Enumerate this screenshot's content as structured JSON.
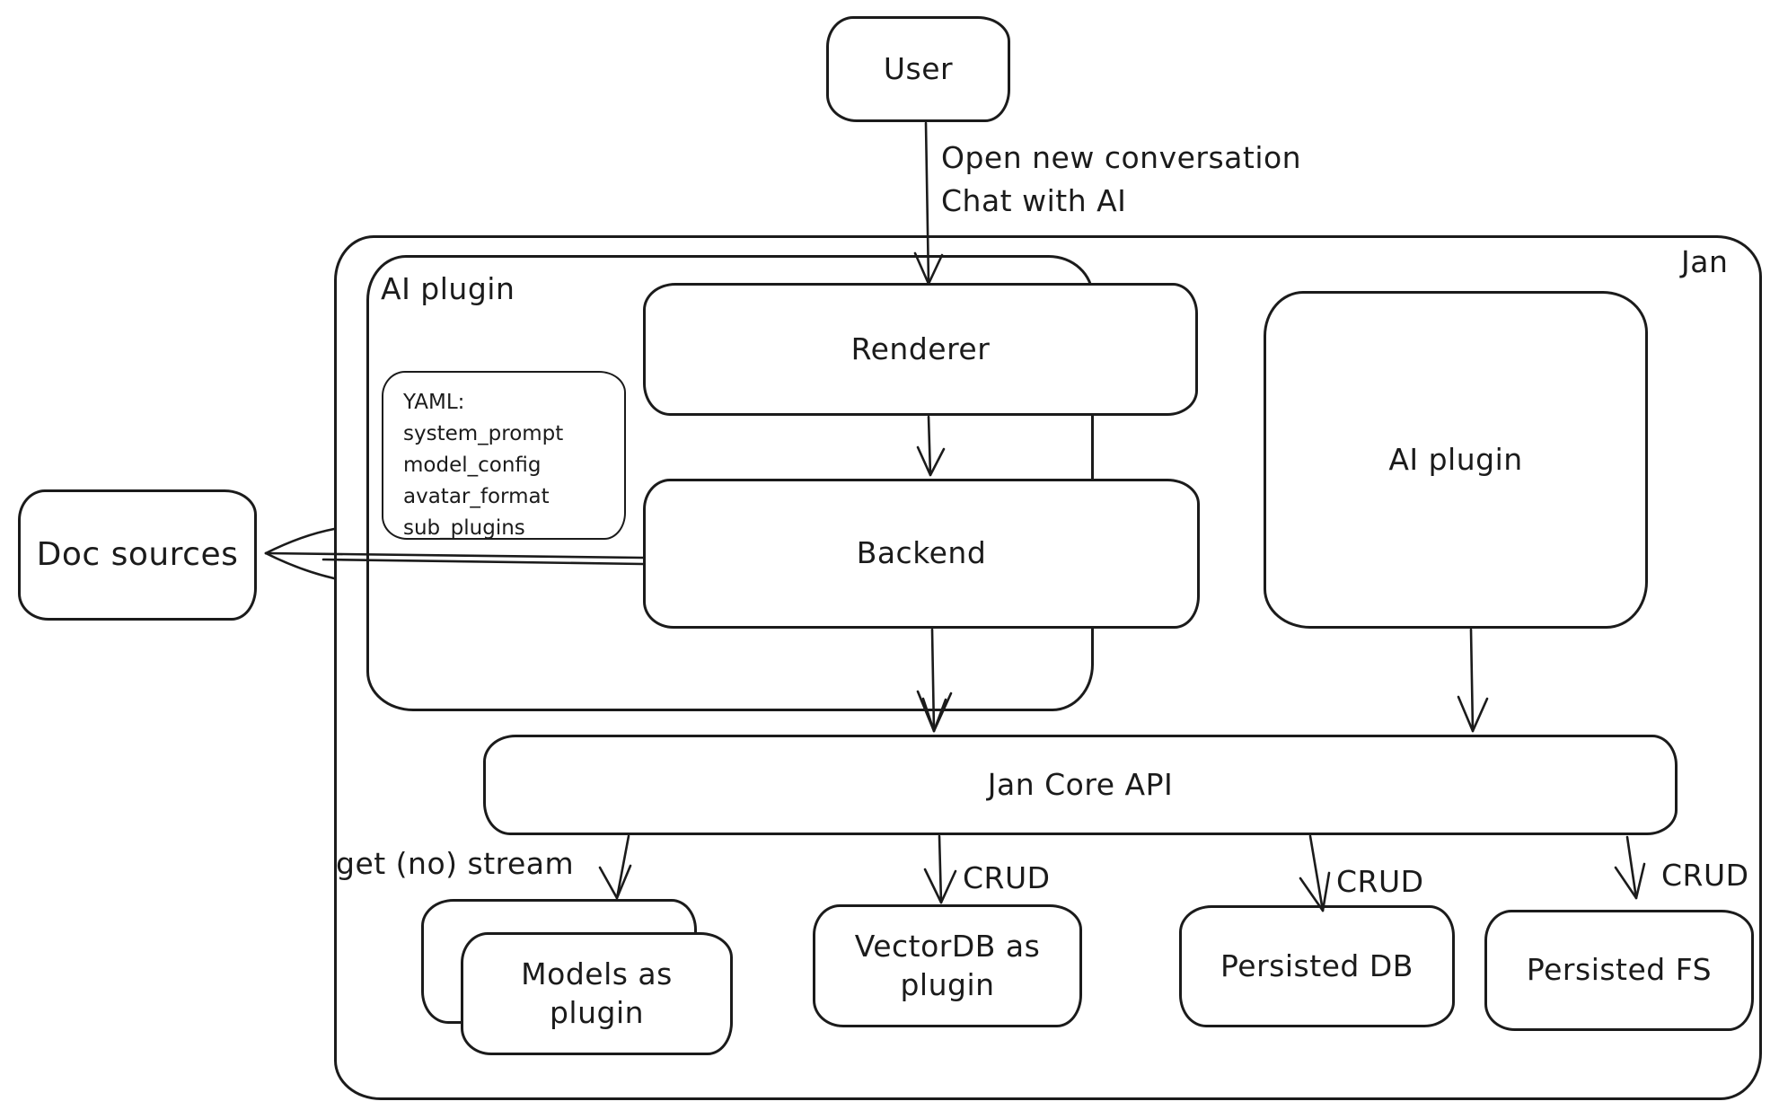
{
  "colors": {
    "stroke": "#1b1b1b",
    "background": "#ffffff"
  },
  "diagram": {
    "user": {
      "label": "User"
    },
    "user_edge": {
      "label_line1": "Open new conversation",
      "label_line2": "Chat with AI"
    },
    "jan_container": {
      "label": "Jan"
    },
    "ai_plugin_container": {
      "label": "AI plugin"
    },
    "yaml_note": {
      "lines": [
        "YAML:",
        "system_prompt",
        "model_config",
        "avatar_format",
        "sub_plugins"
      ]
    },
    "renderer": {
      "label": "Renderer"
    },
    "backend": {
      "label": "Backend"
    },
    "ai_plugin_box": {
      "label": "AI plugin"
    },
    "doc_sources": {
      "label": "Doc sources"
    },
    "jan_core_api": {
      "label": "Jan Core API"
    },
    "models_plugin": {
      "label": "Models as plugin"
    },
    "vectordb_plugin": {
      "label": "VectorDB as plugin"
    },
    "persisted_db": {
      "label": "Persisted DB"
    },
    "persisted_fs": {
      "label": "Persisted FS"
    },
    "edge_labels": {
      "get_stream": "get (no) stream",
      "crud_vectordb": "CRUD",
      "crud_db": "CRUD",
      "crud_fs": "CRUD"
    }
  }
}
